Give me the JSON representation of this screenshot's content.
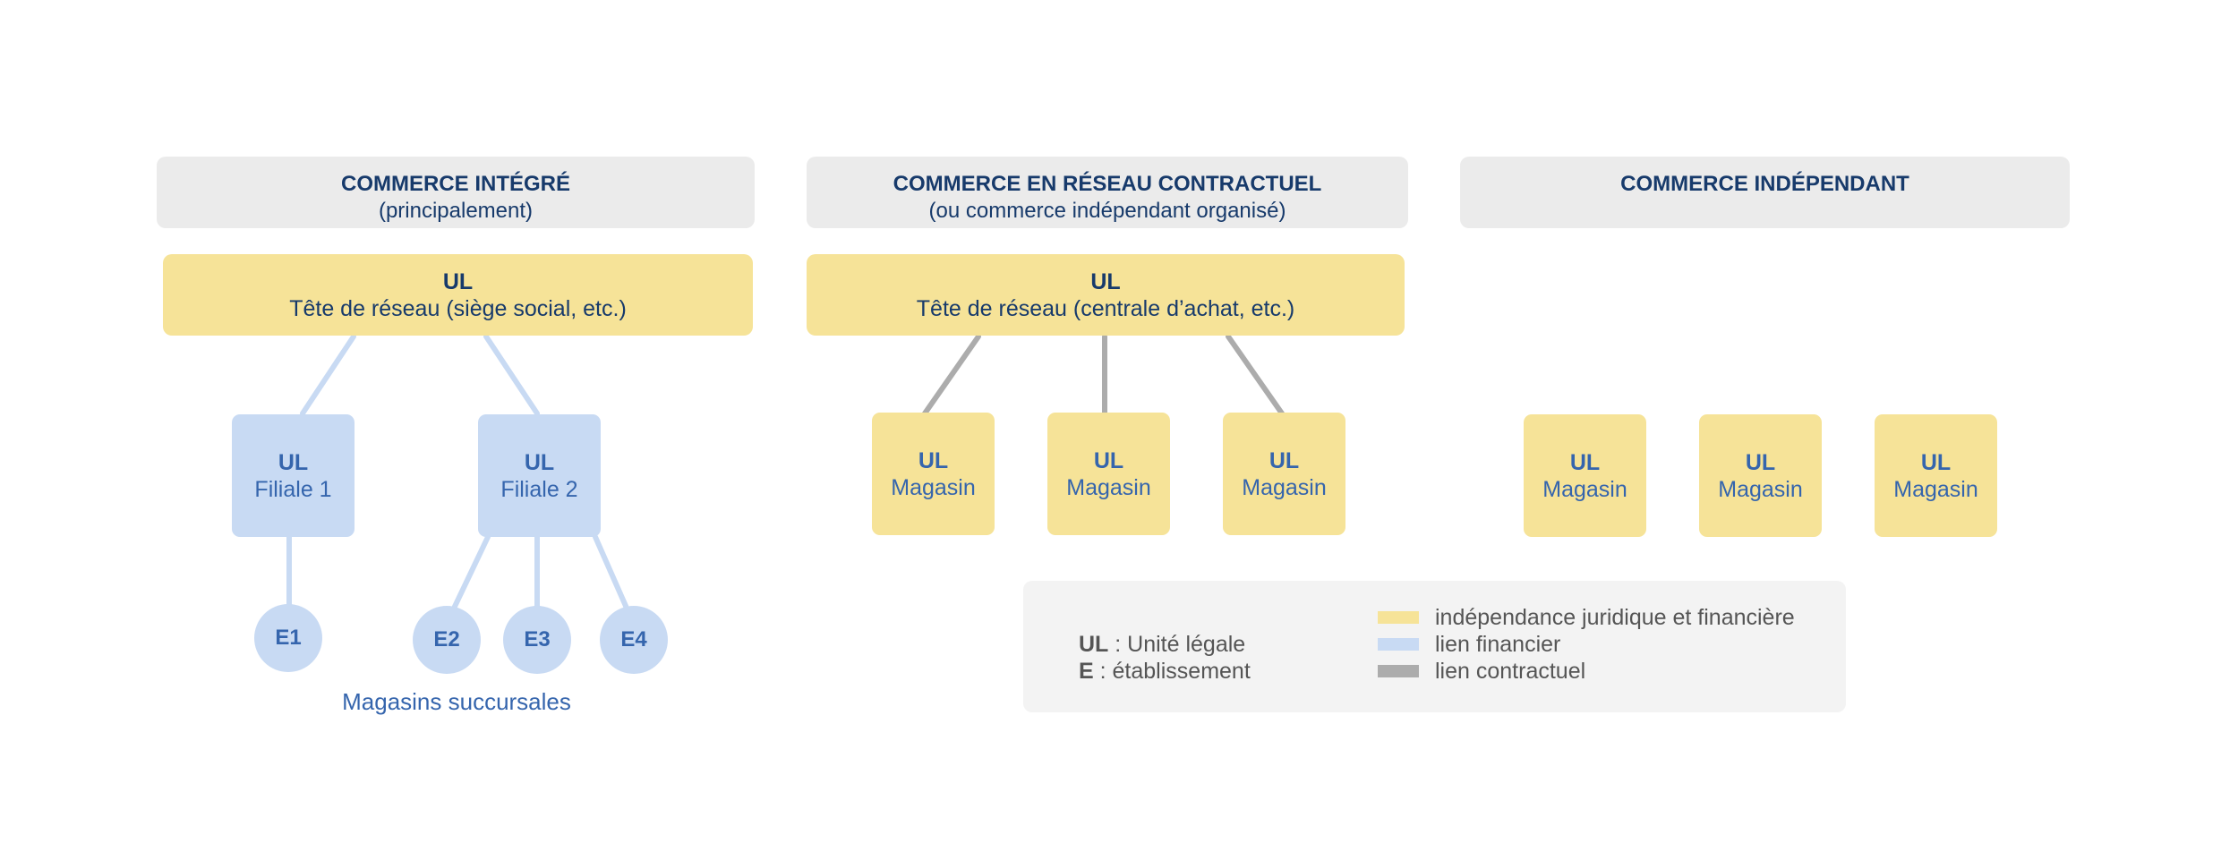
{
  "colors": {
    "header_bg": "#ebebeb",
    "yellow": "#f6e398",
    "blue": "#c8daf3",
    "gray_line": "#acacac",
    "dark_blue_text": "#173a6b",
    "blue_text": "#3565ad",
    "legend_bg": "#f3f3f3"
  },
  "sections": {
    "integrated": {
      "title": "COMMERCE INTÉGRÉ",
      "subtitle": "(principalement)",
      "head_ul": "UL",
      "head_label": "Tête de réseau (siège social, etc.)",
      "subsidiaries": [
        {
          "ul": "UL",
          "label": "Filiale 1"
        },
        {
          "ul": "UL",
          "label": "Filiale 2"
        }
      ],
      "establishments": [
        "E1",
        "E2",
        "E3",
        "E4"
      ],
      "caption": "Magasins succursales"
    },
    "contractual": {
      "title": "COMMERCE EN RÉSEAU CONTRACTUEL",
      "subtitle": "(ou commerce indépendant organisé)",
      "head_ul": "UL",
      "head_label": "Tête de réseau (centrale d’achat, etc.)",
      "stores": [
        {
          "ul": "UL",
          "label": "Magasin"
        },
        {
          "ul": "UL",
          "label": "Magasin"
        },
        {
          "ul": "UL",
          "label": "Magasin"
        }
      ]
    },
    "independent": {
      "title": "COMMERCE INDÉPENDANT",
      "stores": [
        {
          "ul": "UL",
          "label": "Magasin"
        },
        {
          "ul": "UL",
          "label": "Magasin"
        },
        {
          "ul": "UL",
          "label": "Magasin"
        }
      ]
    }
  },
  "legend": {
    "ul_abbr": "UL",
    "ul_def": " : Unité légale",
    "e_abbr": "E",
    "e_def": " : établissement",
    "items": [
      {
        "label": "indépendance juridique et financière"
      },
      {
        "label": "lien financier"
      },
      {
        "label": "lien contractuel"
      }
    ]
  }
}
